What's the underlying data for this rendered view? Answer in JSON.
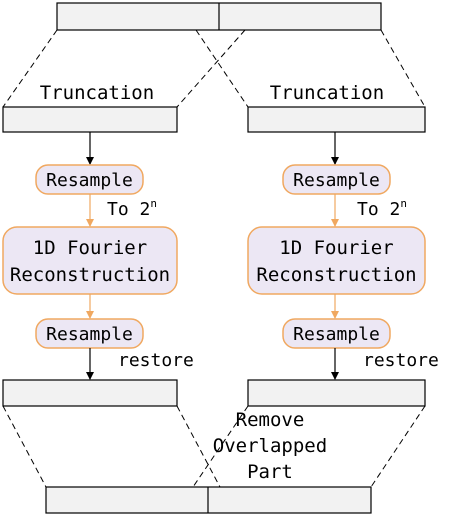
{
  "labels": {
    "truncation": "Truncation",
    "resample": "Resample",
    "to_prefix": "To 2",
    "to_exp": "n",
    "fourier_line1": "1D Fourier",
    "fourier_line2": "Reconstruction",
    "restore": "restore",
    "remove_line1": "Remove",
    "remove_line2": "Overlapped",
    "remove_line3": "Part"
  },
  "colors": {
    "line": "#000000",
    "bar_fill": "#f2f2f2",
    "node_fill": "#ece7f4",
    "node_stroke": "#f0a860",
    "orange_arrow": "#f0a860",
    "black_arrow": "#000000"
  }
}
